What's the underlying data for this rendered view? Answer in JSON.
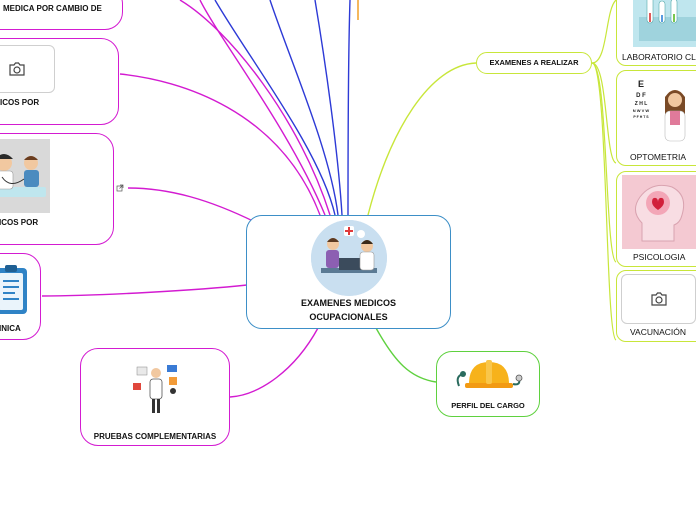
{
  "central": {
    "title_line1": "EXAMENES MEDICOS",
    "title_line2": "OCUPACIONALES"
  },
  "left_nodes": {
    "cambio": "MEDICA POR CAMBIO DE",
    "node2": "ICOS POR",
    "node3": "ICOS POR",
    "node4": "INICA",
    "complementarias": "PRUEBAS COMPLEMENTARIAS"
  },
  "right": {
    "examenes": "EXAMENES A REALIZAR",
    "laboratorio": "LABORATORIO CL",
    "optometria": "OPTOMETRIA",
    "psicologia": "PSICOLOGIA",
    "vacunacion": "VACUNACIÓN",
    "perfil": "PERFIL DEL CARGO"
  },
  "eye_chart": {
    "row1": "E",
    "row2": "D F",
    "row3": "Z H L",
    "row4": "N W V W",
    "row5": "P F H T S"
  },
  "colors": {
    "magenta": "#d31bd1",
    "blue": "#2d3ad6",
    "lime": "#c8e63a",
    "green": "#5fd13f",
    "central_border": "#3d8fc7"
  }
}
